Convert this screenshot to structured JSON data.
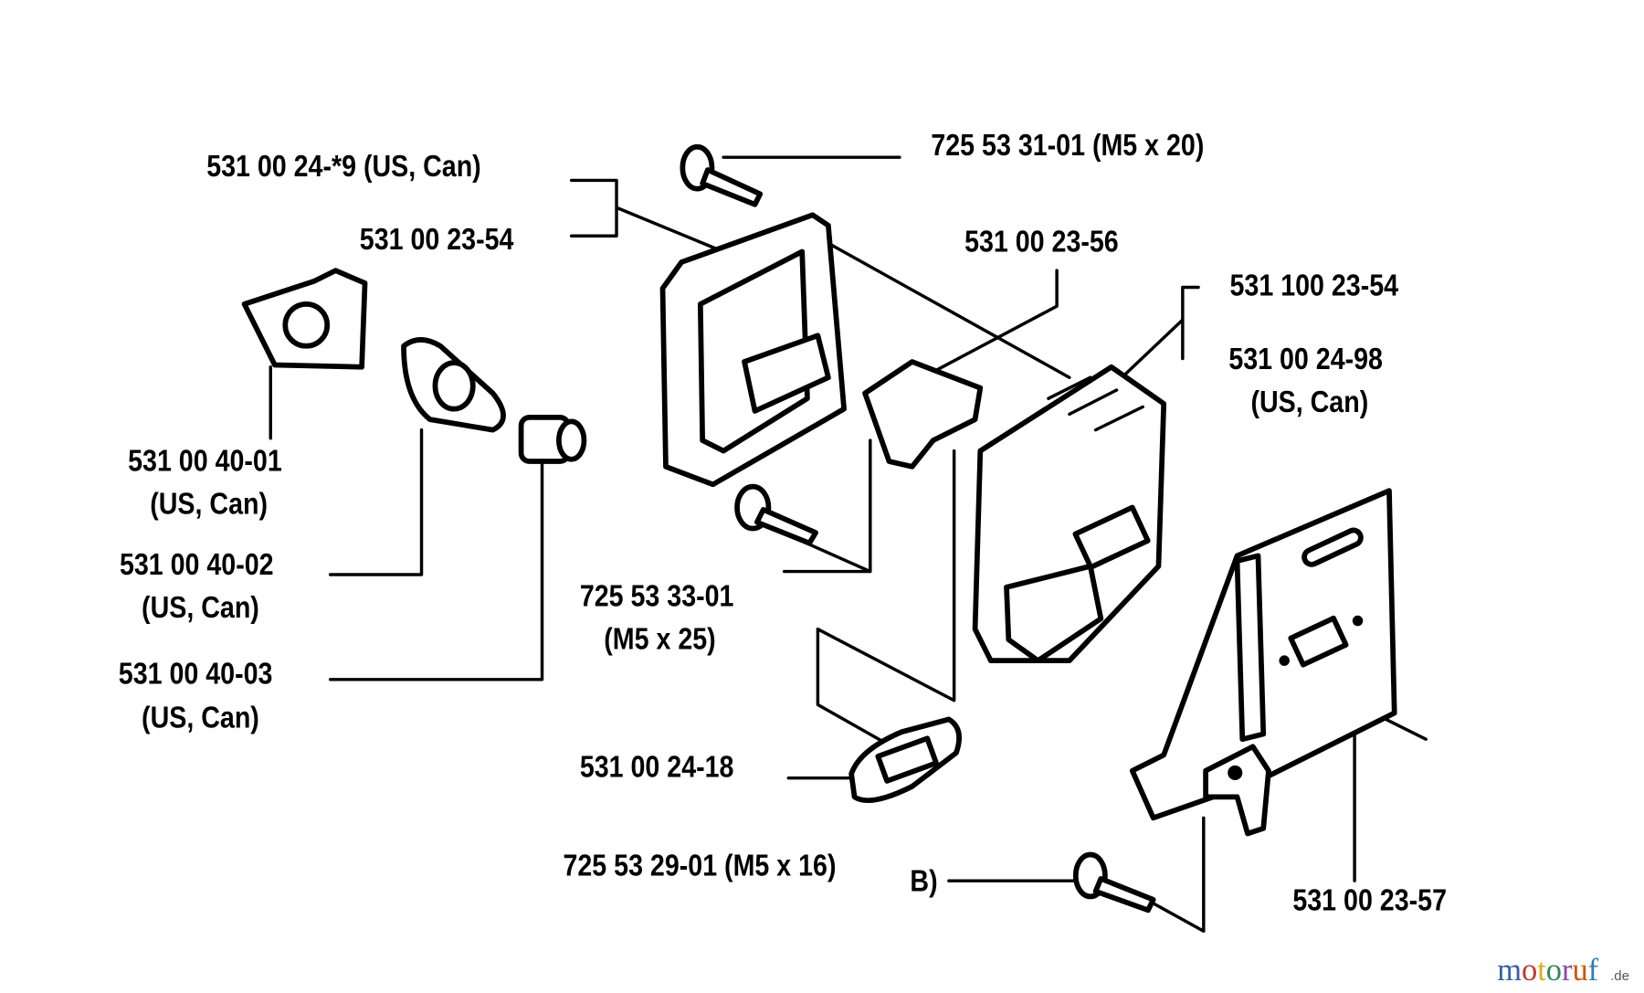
{
  "labels": {
    "screw_top": "725 53 31-01 (M5 x 20)",
    "gasket_us": "531 00 24-*9 (US, Can)",
    "gasket": "531 00 23-54",
    "deflector": "531 00 23-56",
    "muffler": "531 100 23-54",
    "muffler_us": "531 00 24-98",
    "muffler_us_note": "(US, Can)",
    "p4001": "531 00 40-01",
    "p4001_note": "(US, Can)",
    "p4002": "531 00 40-02",
    "p4002_note": "(US, Can)",
    "screw_mid": "725 53 33-01",
    "screw_mid_size": "(M5 x 25)",
    "p4003": "531 00 40-03",
    "p4003_note": "(US, Can)",
    "gasket_small": "531 00 24-18",
    "screw_bottom": "725 53 29-01 (M5 x 16)",
    "ref_b": "B)",
    "plate": "531 00 23-57"
  },
  "logo": {
    "name": "motoruf",
    "suffix": ".de",
    "colors": [
      "#3a5fa8",
      "#c0392b",
      "#e6a817",
      "#2e8b57",
      "#8e44ad",
      "#d35400",
      "#2c7fb8"
    ]
  }
}
